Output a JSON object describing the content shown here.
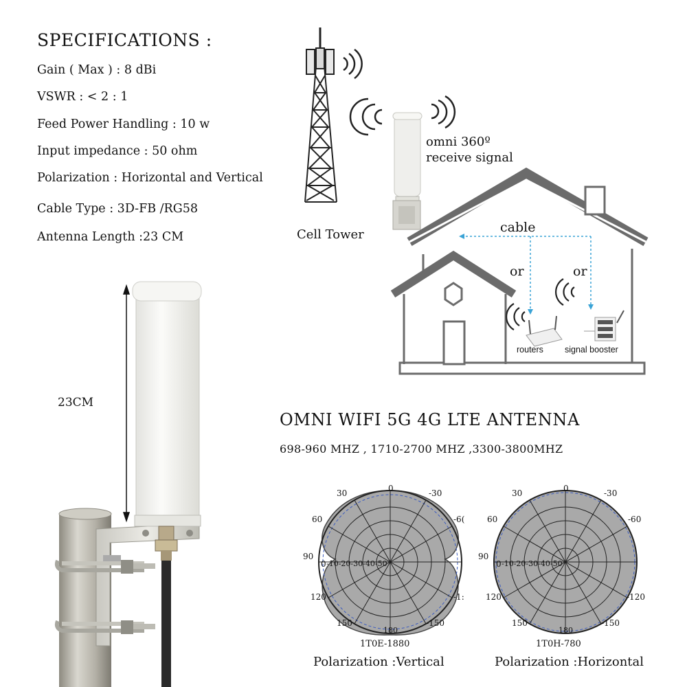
{
  "specs": {
    "title": "SPECIFICATIONS :",
    "items": [
      "Gain ( Max ) : 8 dBi",
      "VSWR : < 2 : 1",
      "Feed Power Handling : 10 w",
      "Input impedance : 50 ohm",
      "Polarization : Horizontal and Vertical",
      "Cable Type : 3D-FB /RG58",
      "Antenna Length :23 CM"
    ]
  },
  "diagram": {
    "cell_tower": "Cell Tower",
    "omni_line1": "omni 360º",
    "omni_line2": "receive signal",
    "cable": "cable",
    "or_left": "or",
    "or_right": "or",
    "routers": "routers",
    "signal_booster": "signal booster"
  },
  "product": {
    "length_label": "23CM",
    "headline": "OMNI WIFI 5G 4G LTE ANTENNA",
    "frequencies": "698-960 MHZ , 1710-2700 MHZ ,3300-3800MHZ"
  },
  "polar_left": {
    "model": "1T0E-1880",
    "caption": "Polarization :Vertical",
    "angles": {
      "a0": "0",
      "a30": "30",
      "am30": "-30",
      "a60": "60",
      "am60": "-6(",
      "a90": "90",
      "a120": "120",
      "am120": "-1:",
      "a150": "150",
      "am150": "-150",
      "a180": "180"
    },
    "rings": "-10-20-30-40-50"
  },
  "polar_right": {
    "model": "1T0H-780",
    "caption": "Polarization :Horizontal",
    "angles": {
      "a0": "0",
      "a30": "30",
      "am30": "-30",
      "a60": "60",
      "am60": "-60",
      "a90": "90",
      "a120": "120",
      "am120": "-120",
      "a150": "150",
      "am150": "-150",
      "a180": "180"
    },
    "rings": "-10-20-30-40-50"
  },
  "colors": {
    "text": "#111111",
    "diagram_line": "#6b6b6b",
    "polar_fill": "#a9a9a9",
    "dashed_blue": "#3b5bbf",
    "cable_dash": "#3aa3d6",
    "antenna_white": "#f4f4f1",
    "pole_metal": "#b9b7ad"
  }
}
